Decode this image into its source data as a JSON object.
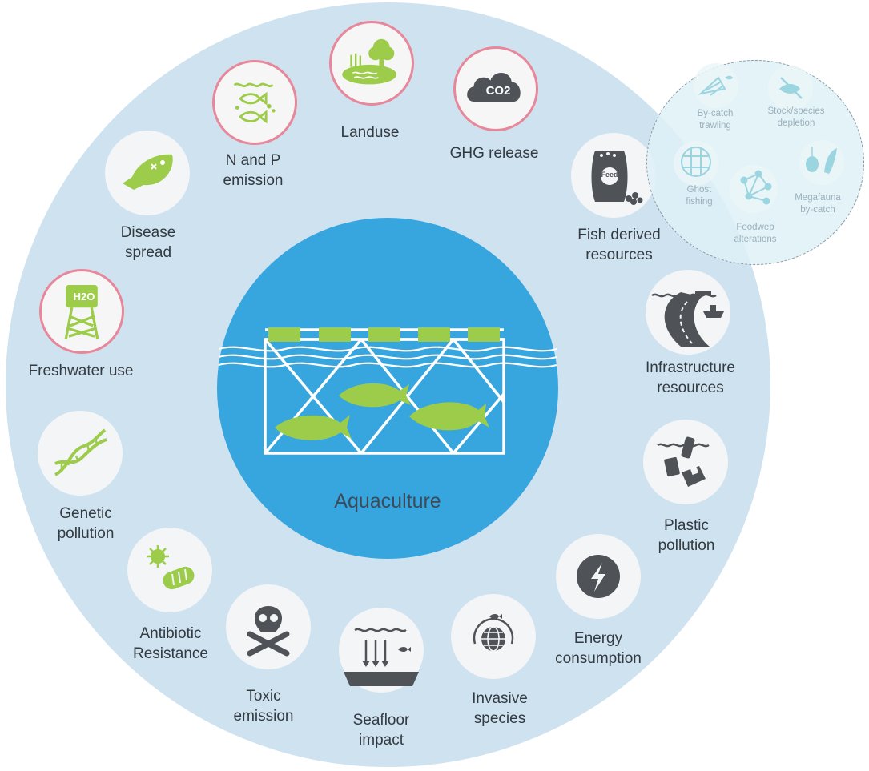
{
  "center": {
    "label": "Aquaculture"
  },
  "impacts": {
    "landuse": {
      "lines": [
        "Landuse"
      ]
    },
    "ghg": {
      "icon_text": "CO2",
      "lines": [
        "GHG release"
      ]
    },
    "n_p": {
      "lines": [
        "N and P",
        "emission"
      ]
    },
    "disease": {
      "lines": [
        "Disease",
        "spread"
      ]
    },
    "freshwater": {
      "icon_text": "H2O",
      "lines": [
        "Freshwater use"
      ]
    },
    "genetic": {
      "lines": [
        "Genetic",
        "pollution"
      ]
    },
    "antibiotic": {
      "lines": [
        "Antibiotic",
        "Resistance"
      ]
    },
    "toxic": {
      "lines": [
        "Toxic",
        "emission"
      ]
    },
    "seafloor": {
      "lines": [
        "Seafloor",
        "impact"
      ]
    },
    "invasive": {
      "lines": [
        "Invasive",
        "species"
      ]
    },
    "energy": {
      "lines": [
        "Energy",
        "consumption"
      ]
    },
    "plastic": {
      "lines": [
        "Plastic",
        "pollution"
      ]
    },
    "infrastructure": {
      "lines": [
        "Infrastructure",
        "resources"
      ]
    },
    "fish_derived": {
      "icon_text": "Feed",
      "lines": [
        "Fish derived",
        "resources"
      ]
    }
  },
  "fisheries_bubble": {
    "bycatch_trawling": {
      "lines": [
        "By-catch",
        "trawling"
      ]
    },
    "stock_depletion": {
      "lines": [
        "Stock/species",
        "depletion"
      ]
    },
    "ghost_fishing": {
      "lines": [
        "Ghost",
        "fishing"
      ]
    },
    "megafauna": {
      "lines": [
        "Megafauna",
        "by-catch"
      ]
    },
    "foodweb": {
      "lines": [
        "Foodweb",
        "alterations"
      ]
    }
  },
  "colors": {
    "ring": "#cfe2f0",
    "center": "#37a6de",
    "icon_green": "#9ccc4a",
    "icon_dark": "#4f5256",
    "pink_border": "#e8869a",
    "faded_icon": "#8fd0dc"
  }
}
